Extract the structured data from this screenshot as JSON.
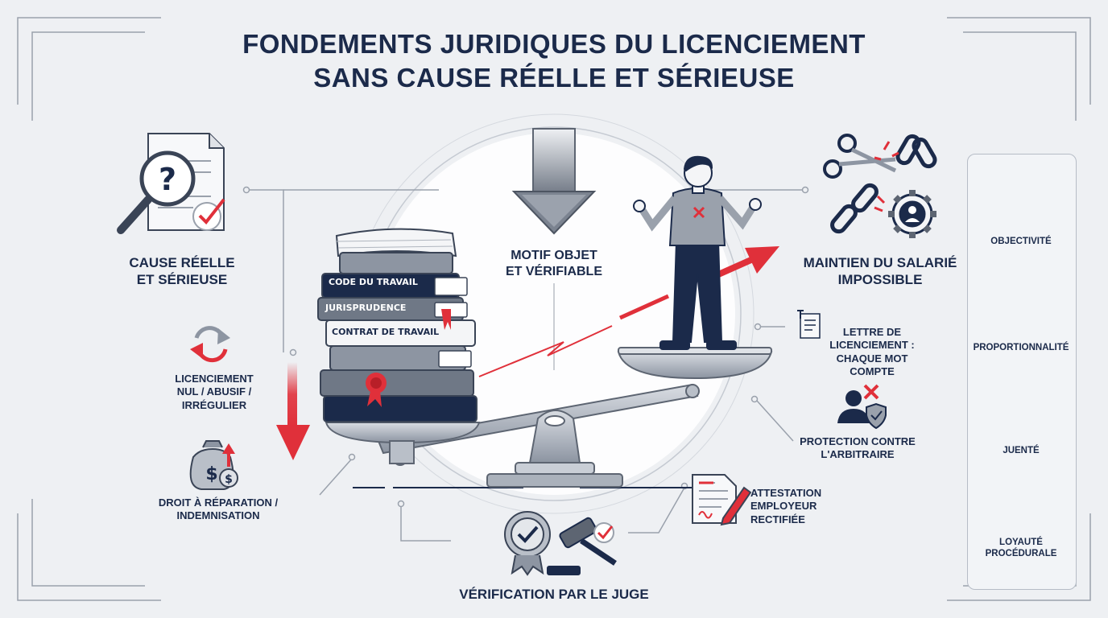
{
  "title": {
    "line1": "FONDEMENTS JURIDIQUES DU LICENCIEMENT",
    "line2": "SANS CAUSE RÉELLE ET SÉRIEUSE"
  },
  "center": {
    "motif_line1": "MOTIF OBJET",
    "motif_line2": "ET VÉRIFIABLE"
  },
  "books": {
    "code": "CODE DU TRAVAIL",
    "juris": "JURISPRUDENCE",
    "contrat": "CONTRAT DE TRAVAIL"
  },
  "left": {
    "cause_line1": "CAUSE RÉELLE",
    "cause_line2": "ET SÉRIEUSE",
    "licenciement_line1": "LICENCIEMENT",
    "licenciement_line2": "NUL / ABUSIF /",
    "licenciement_line3": "IRRÉGULIER",
    "droit_line1": "DROIT À RÉPARATION /",
    "droit_line2": "INDEMNISATION"
  },
  "right": {
    "maintien_line1": "MAINTIEN DU SALARIÉ",
    "maintien_line2": "IMPOSSIBLE",
    "lettre_line1": "LETTRE DE",
    "lettre_line2": "LICENCIEMENT :",
    "lettre_line3": "CHAQUE MOT COMPTE",
    "protection_line1": "PROTECTION CONTRE",
    "protection_line2": "L'ARBITRAIRE",
    "attestation_line1": "ATTESTATION",
    "attestation_line2": "EMPLOYEUR",
    "attestation_line3": "RECTIFIÉE"
  },
  "bottom": {
    "verification": "VÉRIFICATION PAR LE JUGE"
  },
  "panel": {
    "items": [
      {
        "label_line1": "OBJECTIVITÉ",
        "label_line2": "",
        "icon": "scales-icon"
      },
      {
        "label_line1": "PROPORTIONNALITÉ",
        "label_line2": "",
        "icon": "pie-chart-icon"
      },
      {
        "label_line1": "JUENTÉ",
        "label_line2": "",
        "icon": "document-pen-icon"
      },
      {
        "label_line1": "LOYAUTÉ",
        "label_line2": "PROCÉDURALE",
        "icon": "handshake-icon"
      }
    ]
  },
  "colors": {
    "navy": "#1b2a4a",
    "red": "#e0303a",
    "grey": "#8d95a2",
    "background": "#eef0f3"
  }
}
